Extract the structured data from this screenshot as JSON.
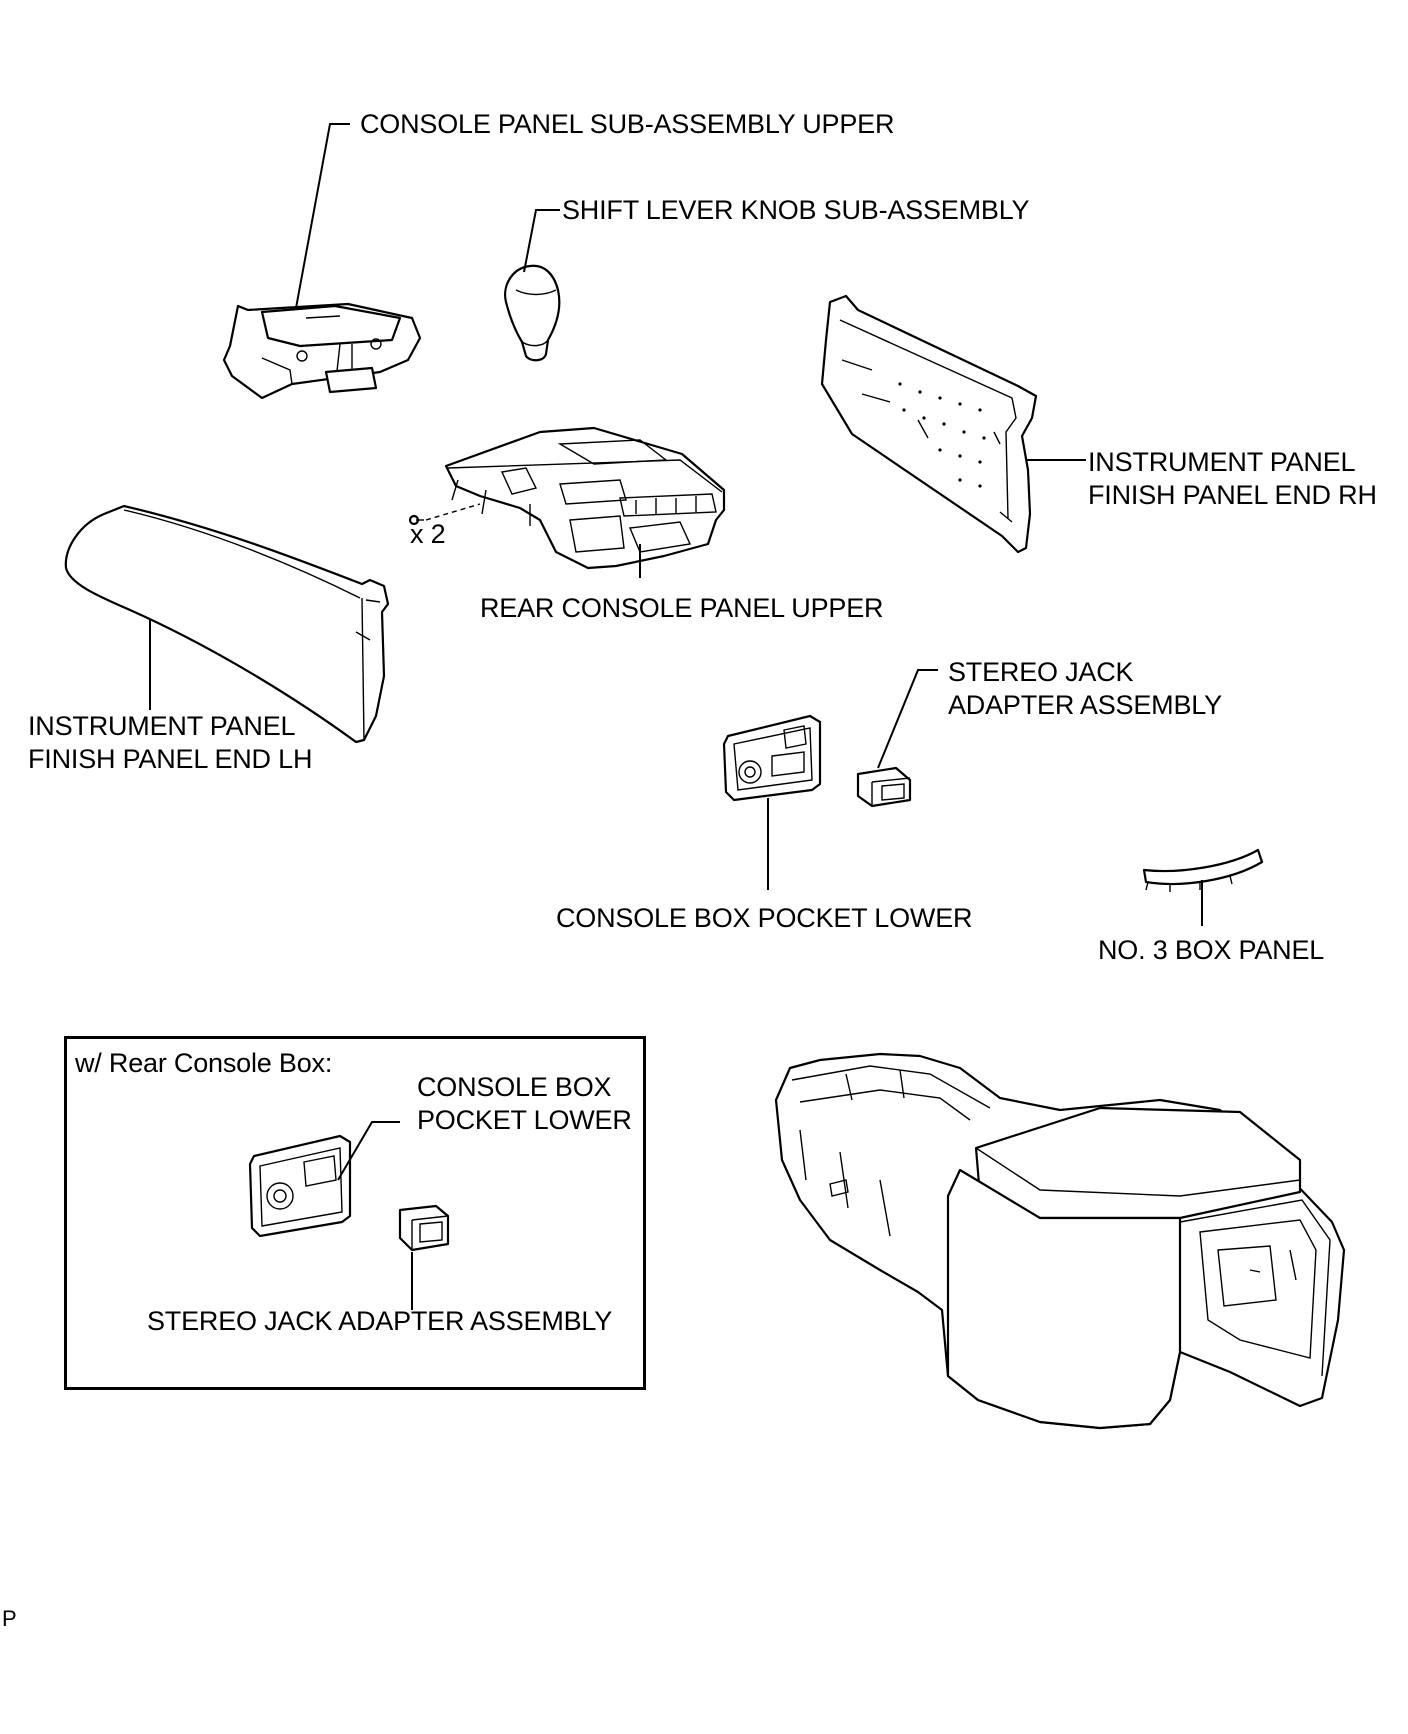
{
  "labels": {
    "console_panel_upper": "CONSOLE PANEL SUB-ASSEMBLY UPPER",
    "shift_knob": "SHIFT LEVER KNOB SUB-ASSEMBLY",
    "finish_end_rh": [
      "INSTRUMENT PANEL",
      "FINISH PANEL END RH"
    ],
    "rear_console_upper": "REAR CONSOLE PANEL UPPER",
    "screw_qty": "x 2",
    "finish_end_lh": [
      "INSTRUMENT PANEL",
      "FINISH PANEL END LH"
    ],
    "stereo_jack": [
      "STEREO JACK",
      "ADAPTER ASSEMBLY"
    ],
    "pocket_lower": "CONSOLE BOX POCKET LOWER",
    "box_panel_3": "NO. 3 BOX PANEL",
    "corner_mark": "P"
  },
  "inset": {
    "title": "w/ Rear Console Box:",
    "pocket_lower": [
      "CONSOLE BOX",
      "POCKET LOWER"
    ],
    "stereo_jack": "STEREO JACK ADAPTER ASSEMBLY"
  }
}
